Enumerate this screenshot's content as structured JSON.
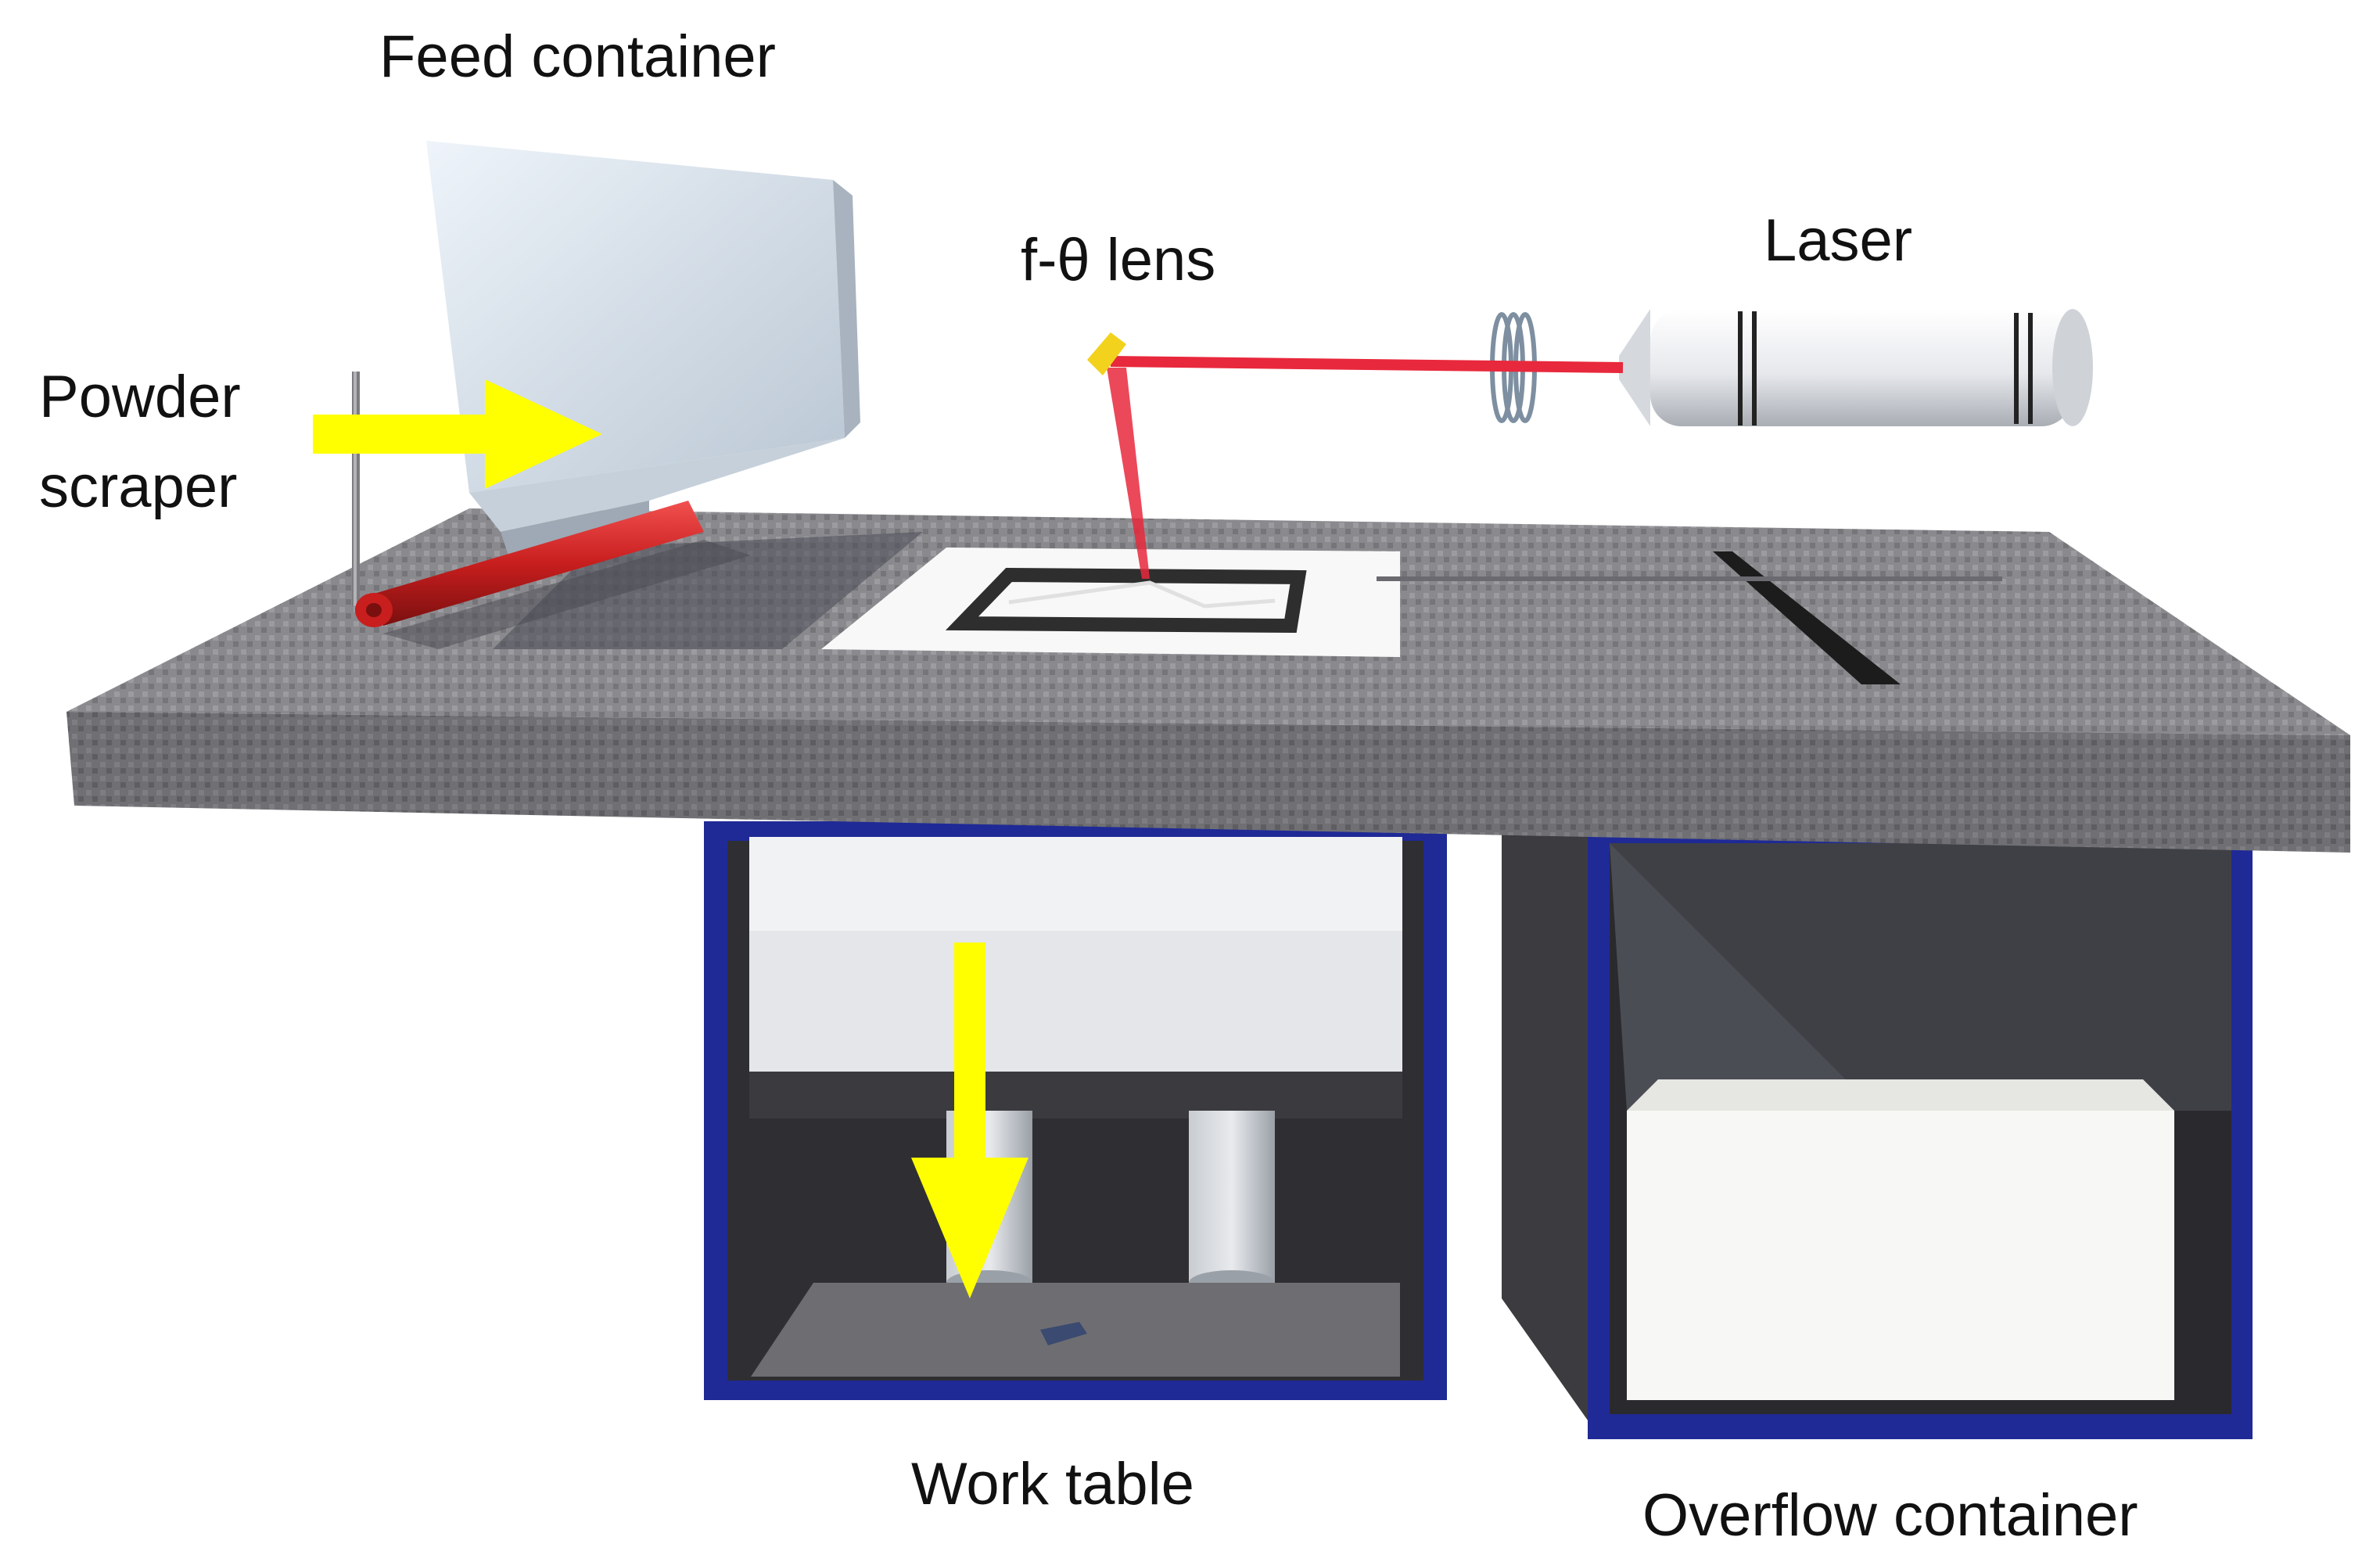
{
  "labels": {
    "feed_container": "Feed container",
    "f_theta_lens": "f-θ lens",
    "laser": "Laser",
    "powder_scraper_line1": "Powder",
    "powder_scraper_line2": "scraper",
    "work_table": "Work table",
    "overflow_container": "Overflow container"
  },
  "colors": {
    "laser_beam": "#e8283c",
    "arrow_yellow": "#ffff00",
    "container_frame": "#1f2a96",
    "platform_top": "#8c8c90",
    "roller": "#c81e1e",
    "lens": "#f2d21c",
    "build_area": "#f8f8f8"
  }
}
